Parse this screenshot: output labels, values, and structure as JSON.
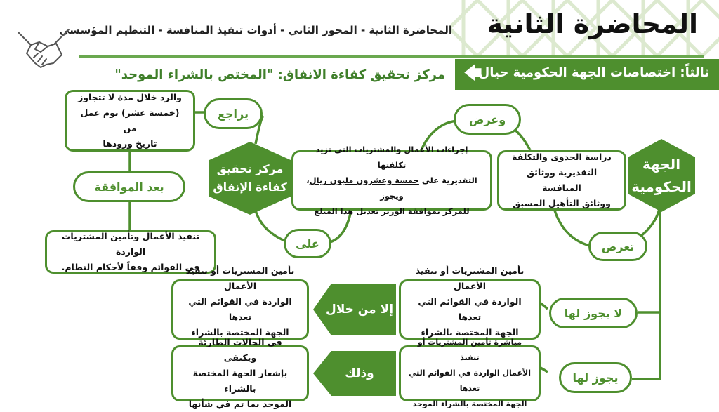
{
  "header": {
    "title": "المحاضرة الثانية",
    "subtitle": "المحاضرة الثانية - المحور الثاني - أدوات تنفيذ المنافسة - التنظيم المؤسسي"
  },
  "section": {
    "label": "ثالثاً: اختصاصات الجهة الحكومية حيال",
    "arrow_icon": "left-arrow-icon"
  },
  "center_heading": "مركز تحقيق كفاءة الانفاق: \"المختص بالشراء الموحد\"",
  "colors": {
    "accent": "#4e8f2e",
    "light_accent": "#6aa84f"
  },
  "nodes": {
    "gov_entity": [
      "الجهة",
      "الحكومية"
    ],
    "center": [
      "مركز تحقيق",
      "كفاءة الإنفاق"
    ],
    "study_box": [
      "دراسة الجدوى والتكلفة",
      "التقديرية ووثائق المنافسة",
      "ووثائق التأهيل المسبق"
    ],
    "procedures_box": {
      "line1": "إجراءات الأعمال والمشتريات التي تزيد تكلفتها",
      "line2_pre": "التقديرية على ",
      "line2_underlined": "خمسة وعشرون مليون ريال",
      "line2_post": "، ويجوز",
      "line3": "للمركز بموافقة الوزير تعديل هذا المبلغ"
    },
    "reply_box": [
      "والرد خلال مدة لا تتجاوز",
      "(خمسة عشر) يوم عمل من",
      "تاريخ ورودها"
    ],
    "execute_box": [
      "تنفيذ الأعمال وتأمين المشتريات الواردة",
      "في القوائم وفقاً لأحكام النظام."
    ],
    "not_allowed_box": [
      "تأمين المشتريات أو تنفيذ الأعمال",
      "الواردة في القوائم التي تعدها",
      "الجهة المختصة بالشراء الموحد"
    ],
    "except_box": [
      "تأمين المشتريات أو تنفيذ الأعمال",
      "الواردة في القوائم التي تعدها",
      "الجهة المختصة بالشراء الموحد+"
    ],
    "direct_box": [
      "مباشرة تأمين المشتريات أو تنفيذ",
      "الأعمال الواردة في القوائم التي تعدها",
      "الجهة المختصة بالشراء الموحد"
    ],
    "emergency_box": [
      "في الحالات الطارئة ويكتفى",
      "بإشعار الجهة المختصة بالشراء",
      "الموحد بما تم في شأنها"
    ]
  },
  "pills": {
    "presents": "تعرض",
    "and_presents": "وعرض",
    "on": "على",
    "reviews": "يراجع",
    "after_approval": "بعد الموافقة",
    "not_allowed": "لا يجوز لها",
    "allowed": "يجوز لها"
  },
  "arrows": {
    "except": "إلا من خلال",
    "and_that": "وذلك"
  }
}
